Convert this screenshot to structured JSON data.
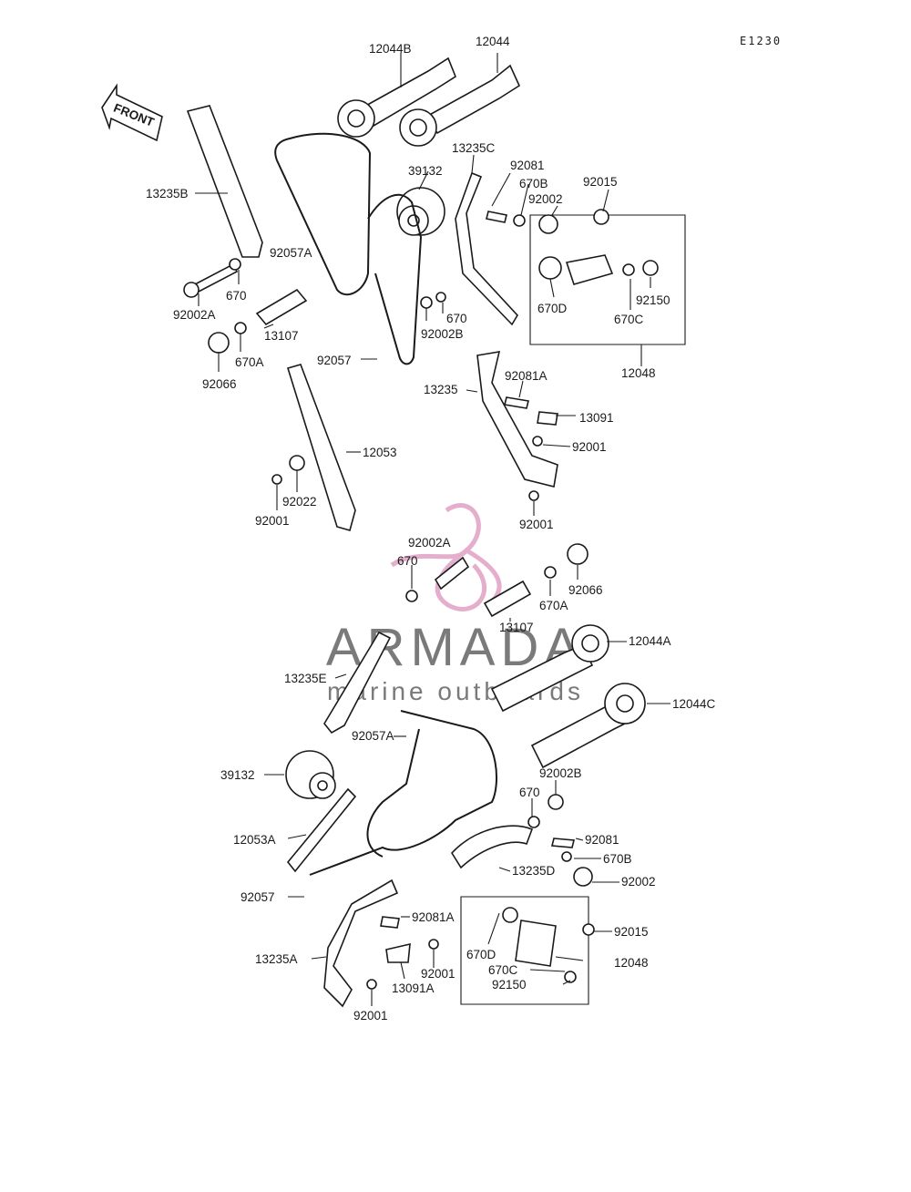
{
  "diagram_code": "E1230",
  "front_label": "FRONT",
  "watermark": {
    "brand": "ARMADA",
    "tagline": "marine outboards",
    "accent_color": "#e0a0c4"
  },
  "labels": [
    {
      "text": "12044B"
    },
    {
      "text": "12044"
    },
    {
      "text": "13235B"
    },
    {
      "text": "39132"
    },
    {
      "text": "13235C"
    },
    {
      "text": "92081"
    },
    {
      "text": "670B"
    },
    {
      "text": "92002"
    },
    {
      "text": "92015"
    },
    {
      "text": "92057A"
    },
    {
      "text": "670"
    },
    {
      "text": "92002A"
    },
    {
      "text": "13107"
    },
    {
      "text": "670A"
    },
    {
      "text": "92066"
    },
    {
      "text": "92057"
    },
    {
      "text": "670"
    },
    {
      "text": "92002B"
    },
    {
      "text": "670D"
    },
    {
      "text": "92150"
    },
    {
      "text": "670C"
    },
    {
      "text": "12048"
    },
    {
      "text": "92081A"
    },
    {
      "text": "13235"
    },
    {
      "text": "13091"
    },
    {
      "text": "92001"
    },
    {
      "text": "12053"
    },
    {
      "text": "92022"
    },
    {
      "text": "92001"
    },
    {
      "text": "92001"
    },
    {
      "text": "92002A"
    },
    {
      "text": "670"
    },
    {
      "text": "92066"
    },
    {
      "text": "670A"
    },
    {
      "text": "13107"
    },
    {
      "text": "12044A"
    },
    {
      "text": "13235E"
    },
    {
      "text": "12044C"
    },
    {
      "text": "92057A"
    },
    {
      "text": "39132"
    },
    {
      "text": "92002B"
    },
    {
      "text": "670"
    },
    {
      "text": "12053A"
    },
    {
      "text": "92081"
    },
    {
      "text": "670B"
    },
    {
      "text": "13235D"
    },
    {
      "text": "92002"
    },
    {
      "text": "92057"
    },
    {
      "text": "92081A"
    },
    {
      "text": "92015"
    },
    {
      "text": "670D"
    },
    {
      "text": "12048"
    },
    {
      "text": "13235A"
    },
    {
      "text": "670C"
    },
    {
      "text": "92001"
    },
    {
      "text": "92150"
    },
    {
      "text": "13091A"
    },
    {
      "text": "92001"
    }
  ]
}
